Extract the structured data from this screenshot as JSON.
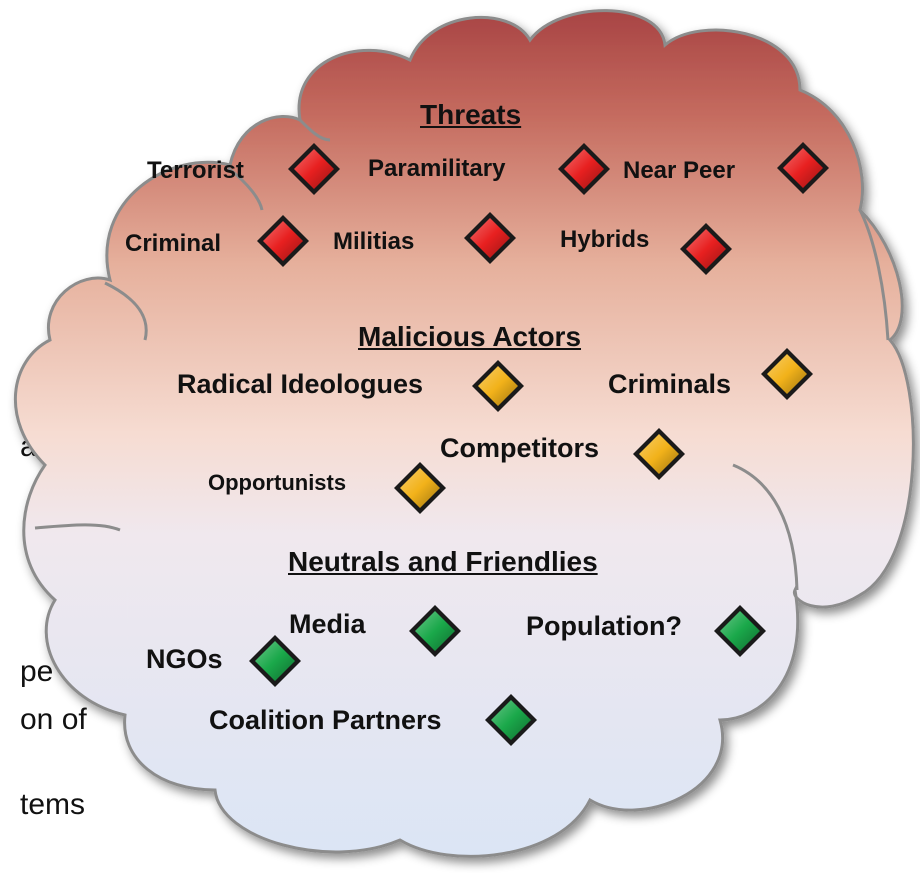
{
  "background_fragments": [
    "ac",
    "pe",
    "on of",
    "tems"
  ],
  "sections": {
    "threats": {
      "heading": "Threats",
      "color": "#e82020",
      "items": [
        "Terrorist",
        "Paramilitary",
        "Near Peer",
        "Criminal",
        "Militias",
        "Hybrids"
      ]
    },
    "malicious": {
      "heading": "Malicious Actors",
      "color": "#f2b21a",
      "items": [
        "Radical Ideologues",
        "Criminals",
        "Competitors",
        "Opportunists"
      ]
    },
    "neutrals": {
      "heading": "Neutrals and Friendlies",
      "color": "#1aa84a",
      "items": [
        "Media",
        "Population?",
        "NGOs",
        "Coalition Partners"
      ]
    }
  },
  "cloud_gradient": [
    "#a84444",
    "#f4d8cc",
    "#dde6f4"
  ],
  "icon": "diamond-marker"
}
